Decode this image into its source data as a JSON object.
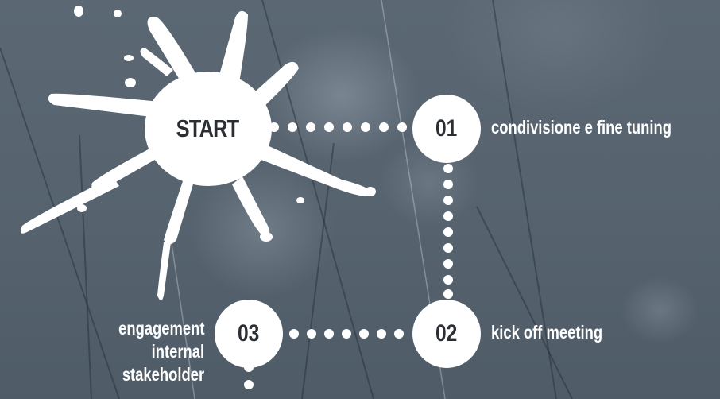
{
  "start": {
    "label": "START"
  },
  "steps": [
    {
      "number": "01",
      "label": "condivisione e fine tuning"
    },
    {
      "number": "02",
      "label": "kick off meeting"
    },
    {
      "number": "03",
      "label_lines": [
        "engagement",
        "internal",
        "stakeholder"
      ]
    }
  ],
  "colors": {
    "background": "#56636f",
    "foreground": "#ffffff",
    "text_dark": "#2b2f33"
  }
}
